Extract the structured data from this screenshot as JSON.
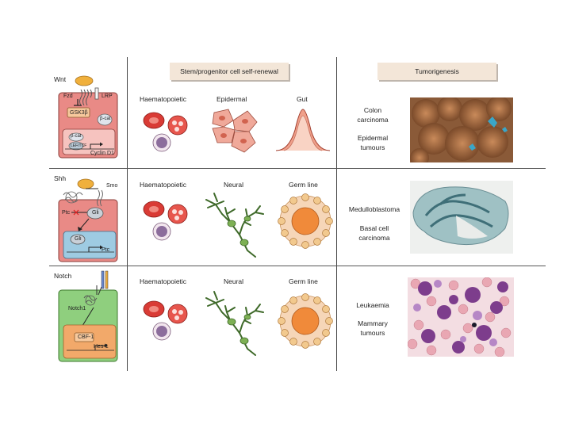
{
  "headers": {
    "self_renewal": "Stem/progenitor cell self-renewal",
    "tumorigenesis": "Tumorigenesis"
  },
  "rows": [
    {
      "pathway": "Wnt",
      "diagram_labels": {
        "receptor_left": "Fzd",
        "receptor_right": "LRP",
        "kinase": "GSK3β",
        "beta_cat_free": "β-cat",
        "beta_cat_nuclear": "β-cat",
        "tf": "LEF/TCF",
        "target": "Cyclin D1"
      },
      "cells": [
        "Haematopoietic",
        "Epidermal",
        "Gut"
      ],
      "tumours": [
        "Colon carcinoma",
        "Epidermal tumours"
      ]
    },
    {
      "pathway": "Shh",
      "diagram_labels": {
        "receptor_right": "Smo",
        "receptor_left": "Ptc",
        "tf_free": "Gli",
        "tf_nuclear": "Gli",
        "target": "Ptc"
      },
      "cells": [
        "Haematopoietic",
        "Neural",
        "Germ line"
      ],
      "tumours": [
        "Medulloblastoma",
        "Basal cell carcinoma"
      ]
    },
    {
      "pathway": "Notch",
      "diagram_labels": {
        "receptor": "Notch1",
        "tf": "CBF-1",
        "target": "Hes-1"
      },
      "cells": [
        "Haematopoietic",
        "Neural",
        "Germ line"
      ],
      "tumours": [
        "Leukaemia",
        "Mammary tumours"
      ]
    }
  ],
  "colors": {
    "wnt_cell": "#e98a86",
    "wnt_nucleus": "#f6c3bf",
    "shh_cell": "#e98a86",
    "shh_nucleus": "#9ecbe2",
    "notch_cell": "#8fcf7e",
    "notch_nucleus": "#f2a96a",
    "ligand": "#f0b03c",
    "header_bg": "#f3e6d8"
  }
}
